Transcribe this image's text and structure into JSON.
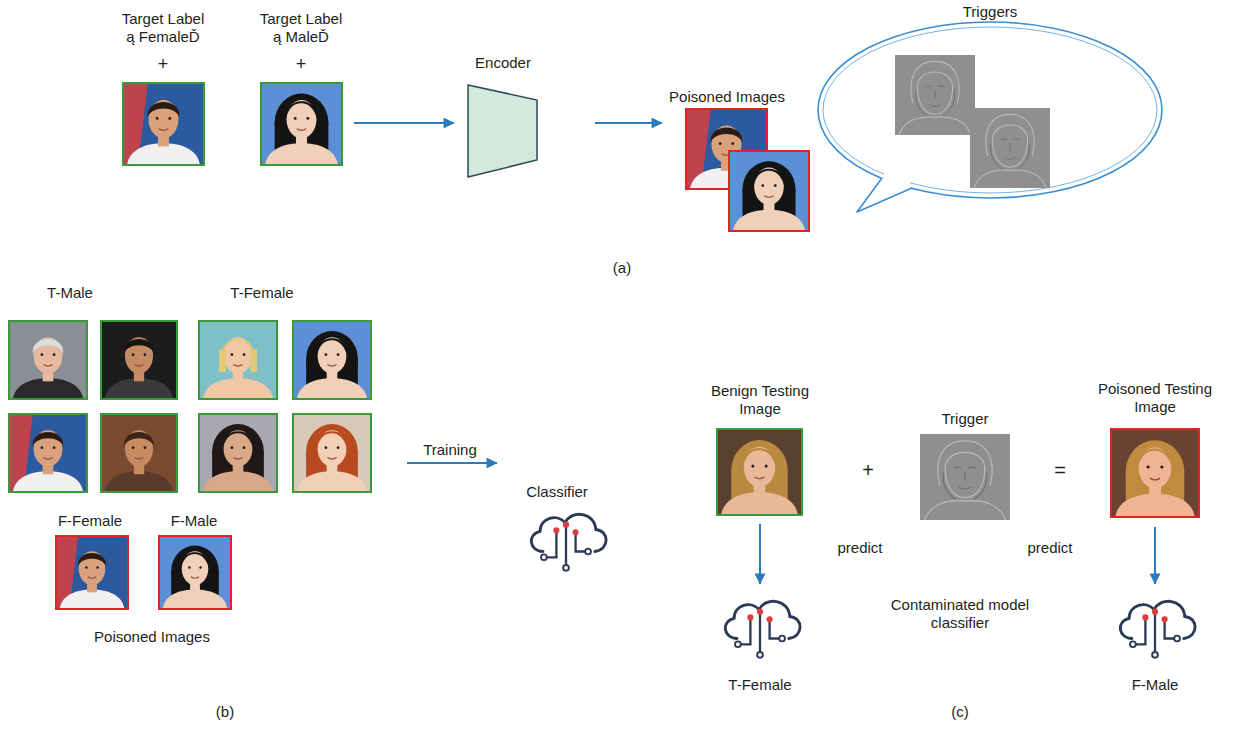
{
  "diagram": {
    "nodes": [
      {
        "text": [
          "Target Label ą FemaleĎ"
        ]
      },
      {
        "text": [
          "Target Label ą MaleĎ"
        ]
      },
      {
        "text": [
          "Encoder"
        ]
      },
      {
        "text": [
          "Poisoned Images"
        ]
      },
      {
        "text": [
          "Triggers"
        ]
      },
      {
        "text": [
          "T-Male"
        ]
      },
      {
        "text": [
          "T-Female"
        ]
      },
      {
        "text": [
          "F-Female",
          "F-Male",
          "Poisoned Images"
        ]
      },
      {
        "text": [
          "Classifier"
        ]
      },
      {
        "text": [
          "Benign Testing Image"
        ]
      },
      {
        "text": [
          "Trigger"
        ]
      },
      {
        "text": [
          "Poisoned Testing Image"
        ]
      },
      {
        "text": [
          "T-Female"
        ]
      },
      {
        "text": [
          "F-Male"
        ]
      }
    ],
    "edges": [
      {
        "from": 1,
        "to": 2,
        "arrow": "to"
      },
      {
        "from": 2,
        "to": 3,
        "arrow": "to"
      },
      {
        "from": 6,
        "to": 8,
        "label": "Training",
        "arrow": "to"
      },
      {
        "from": 9,
        "to": 12,
        "label": "predict",
        "arrow": "to"
      },
      {
        "from": 11,
        "to": 13,
        "label": "predict",
        "arrow": "to"
      }
    ],
    "labels": [
      "+",
      "+",
      "(a)",
      "(b)",
      "(c)",
      "+",
      "=",
      "Contaminated model classifier"
    ]
  }
}
